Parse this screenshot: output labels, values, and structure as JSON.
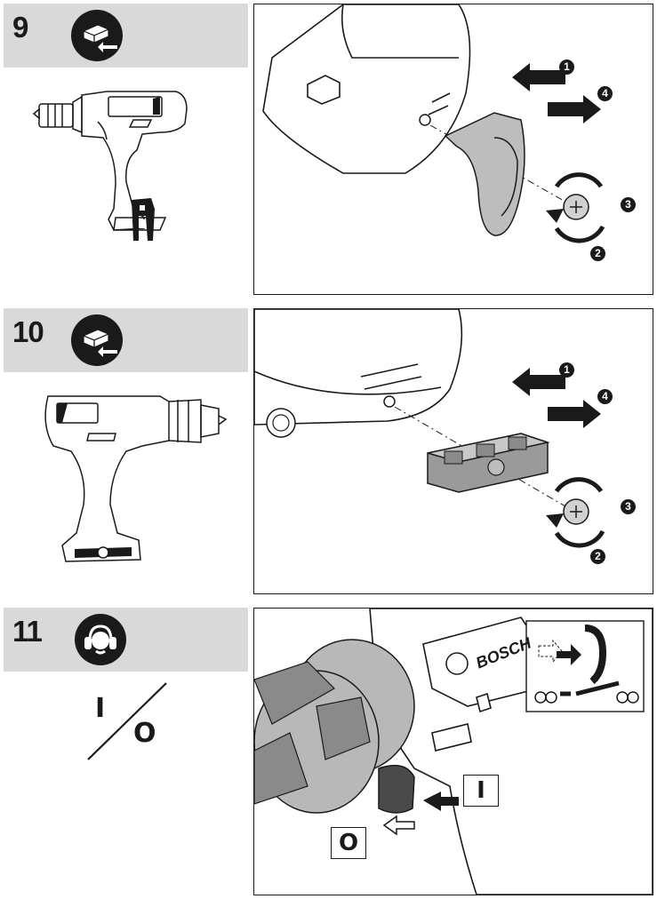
{
  "steps": [
    {
      "number": "9",
      "badge_icon": "battery-remove-icon",
      "callouts": [
        "1",
        "2",
        "3",
        "4"
      ]
    },
    {
      "number": "10",
      "badge_icon": "battery-remove-icon",
      "callouts": [
        "1",
        "2",
        "3",
        "4"
      ]
    },
    {
      "number": "11",
      "badge_icon": "hearing-protection-icon",
      "switch_on_symbol": "I",
      "switch_off_symbol": "O",
      "panel_on_label": "I",
      "panel_off_label": "O",
      "brand_text": "BOSCH"
    }
  ],
  "colors": {
    "header_bar": "#d9d9d9",
    "ink": "#1a1a1a",
    "tool_gray": "#8a8a8a"
  }
}
